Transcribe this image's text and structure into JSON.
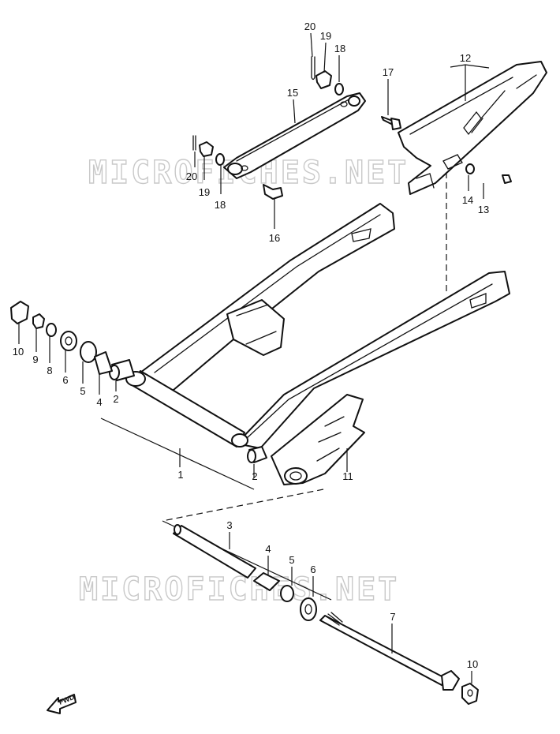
{
  "watermark": "MICROFICHES.NET",
  "fwd_label": "FWD",
  "callouts": {
    "c20a": "20",
    "c19a": "19",
    "c18a": "18",
    "c17": "17",
    "c12": "12",
    "c15": "15",
    "c20b": "20",
    "c19b": "19",
    "c18b": "18",
    "c16": "16",
    "c14": "14",
    "c13": "13",
    "c10a": "10",
    "c9": "9",
    "c8": "8",
    "c6a": "6",
    "c5a": "5",
    "c4a": "4",
    "c2a": "2",
    "c1": "1",
    "c2b": "2",
    "c11": "11",
    "c3": "3",
    "c4b": "4",
    "c5b": "5",
    "c6b": "6",
    "c7": "7",
    "c10b": "10"
  }
}
